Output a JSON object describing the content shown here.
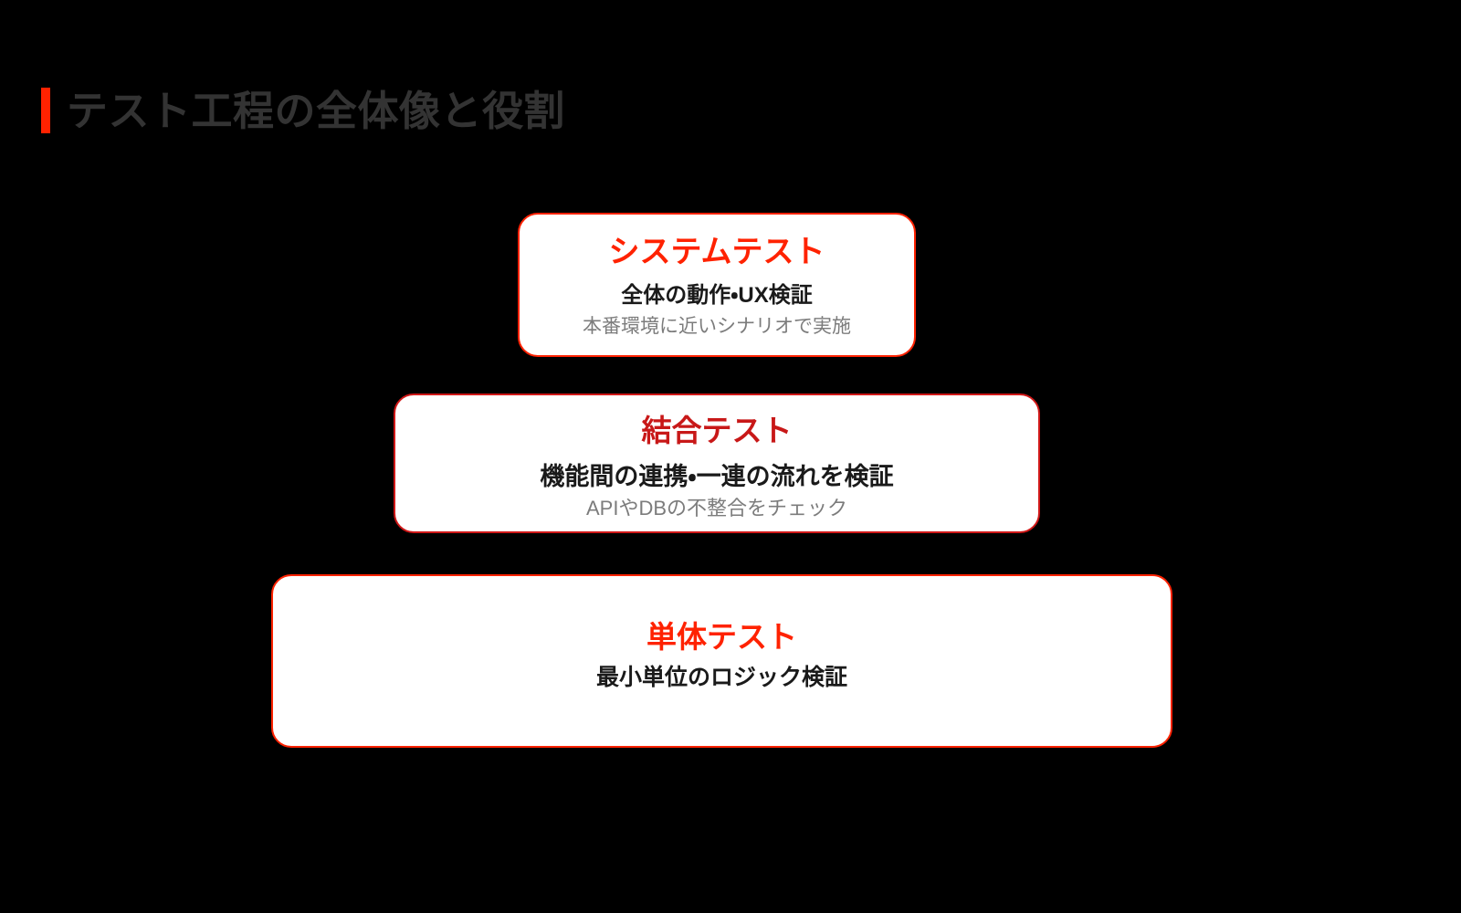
{
  "slide": {
    "background_color": "#000000",
    "title": "テスト工程の全体像と役割",
    "accent_color": "#FF2200",
    "title_color": "#333333"
  },
  "pyramid": {
    "card_background": "#FFFFFF",
    "levels": [
      {
        "level": 1,
        "title": "システムテスト",
        "title_color": "#FF2200",
        "border_color": "#FF2200",
        "main": "全体の動作・UX検証",
        "main_color": "#1A1A1A",
        "sub": "本番環境に近いシナリオで実施",
        "sub_color": "#7C7C7C"
      },
      {
        "level": 2,
        "title": "結合テスト",
        "title_color": "#C81818",
        "border_color": "#D01818",
        "main": "機能間の連携・一連の流れを検証",
        "main_color": "#1A1A1A",
        "sub": "APIやDBの不整合をチェック",
        "sub_color": "#7C7C7C"
      },
      {
        "level": 3,
        "title": "単体テスト",
        "title_color": "#FF2200",
        "border_color": "#FF2200",
        "main": "最小単位のロジック検証",
        "main_color": "#1A1A1A",
        "sub": "",
        "sub_color": "#7C7C7C"
      }
    ]
  }
}
